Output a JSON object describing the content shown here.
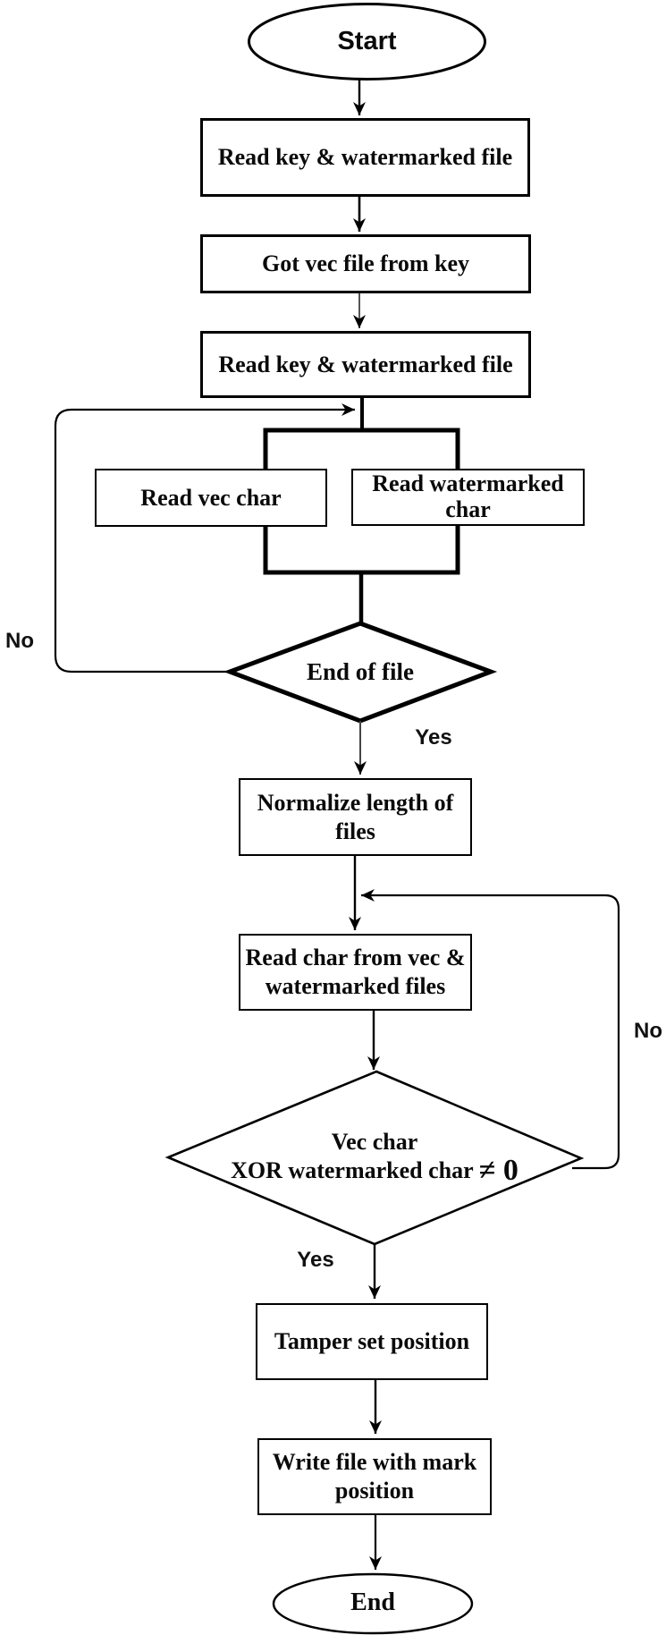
{
  "figure": {
    "type": "flowchart",
    "colors": {
      "background": "#ffffff",
      "stroke": "#000000",
      "text": "#0a0a0a"
    },
    "nodes": {
      "start": "Start",
      "read_key_file_1": "Read key & watermarked file",
      "got_vec_file": "Got vec file from key",
      "read_key_file_2": "Read key & watermarked file",
      "read_vec_char": "Read vec char",
      "read_watermarked_char": "Read watermarked char",
      "end_of_file": "End of file",
      "normalize_length": "Normalize length of files",
      "read_char_from_files": "Read char from vec & watermarked files",
      "xor_line1": "Vec char",
      "xor_line2": "XOR watermarked char",
      "xor_condition_suffix": "≠ 0",
      "tamper_set_position": "Tamper set position",
      "write_file_with_mark": "Write file with mark position",
      "end": "End"
    },
    "edge_labels": {
      "eof_no": "No",
      "eof_yes": "Yes",
      "xor_no": "No",
      "xor_yes": "Yes"
    }
  }
}
